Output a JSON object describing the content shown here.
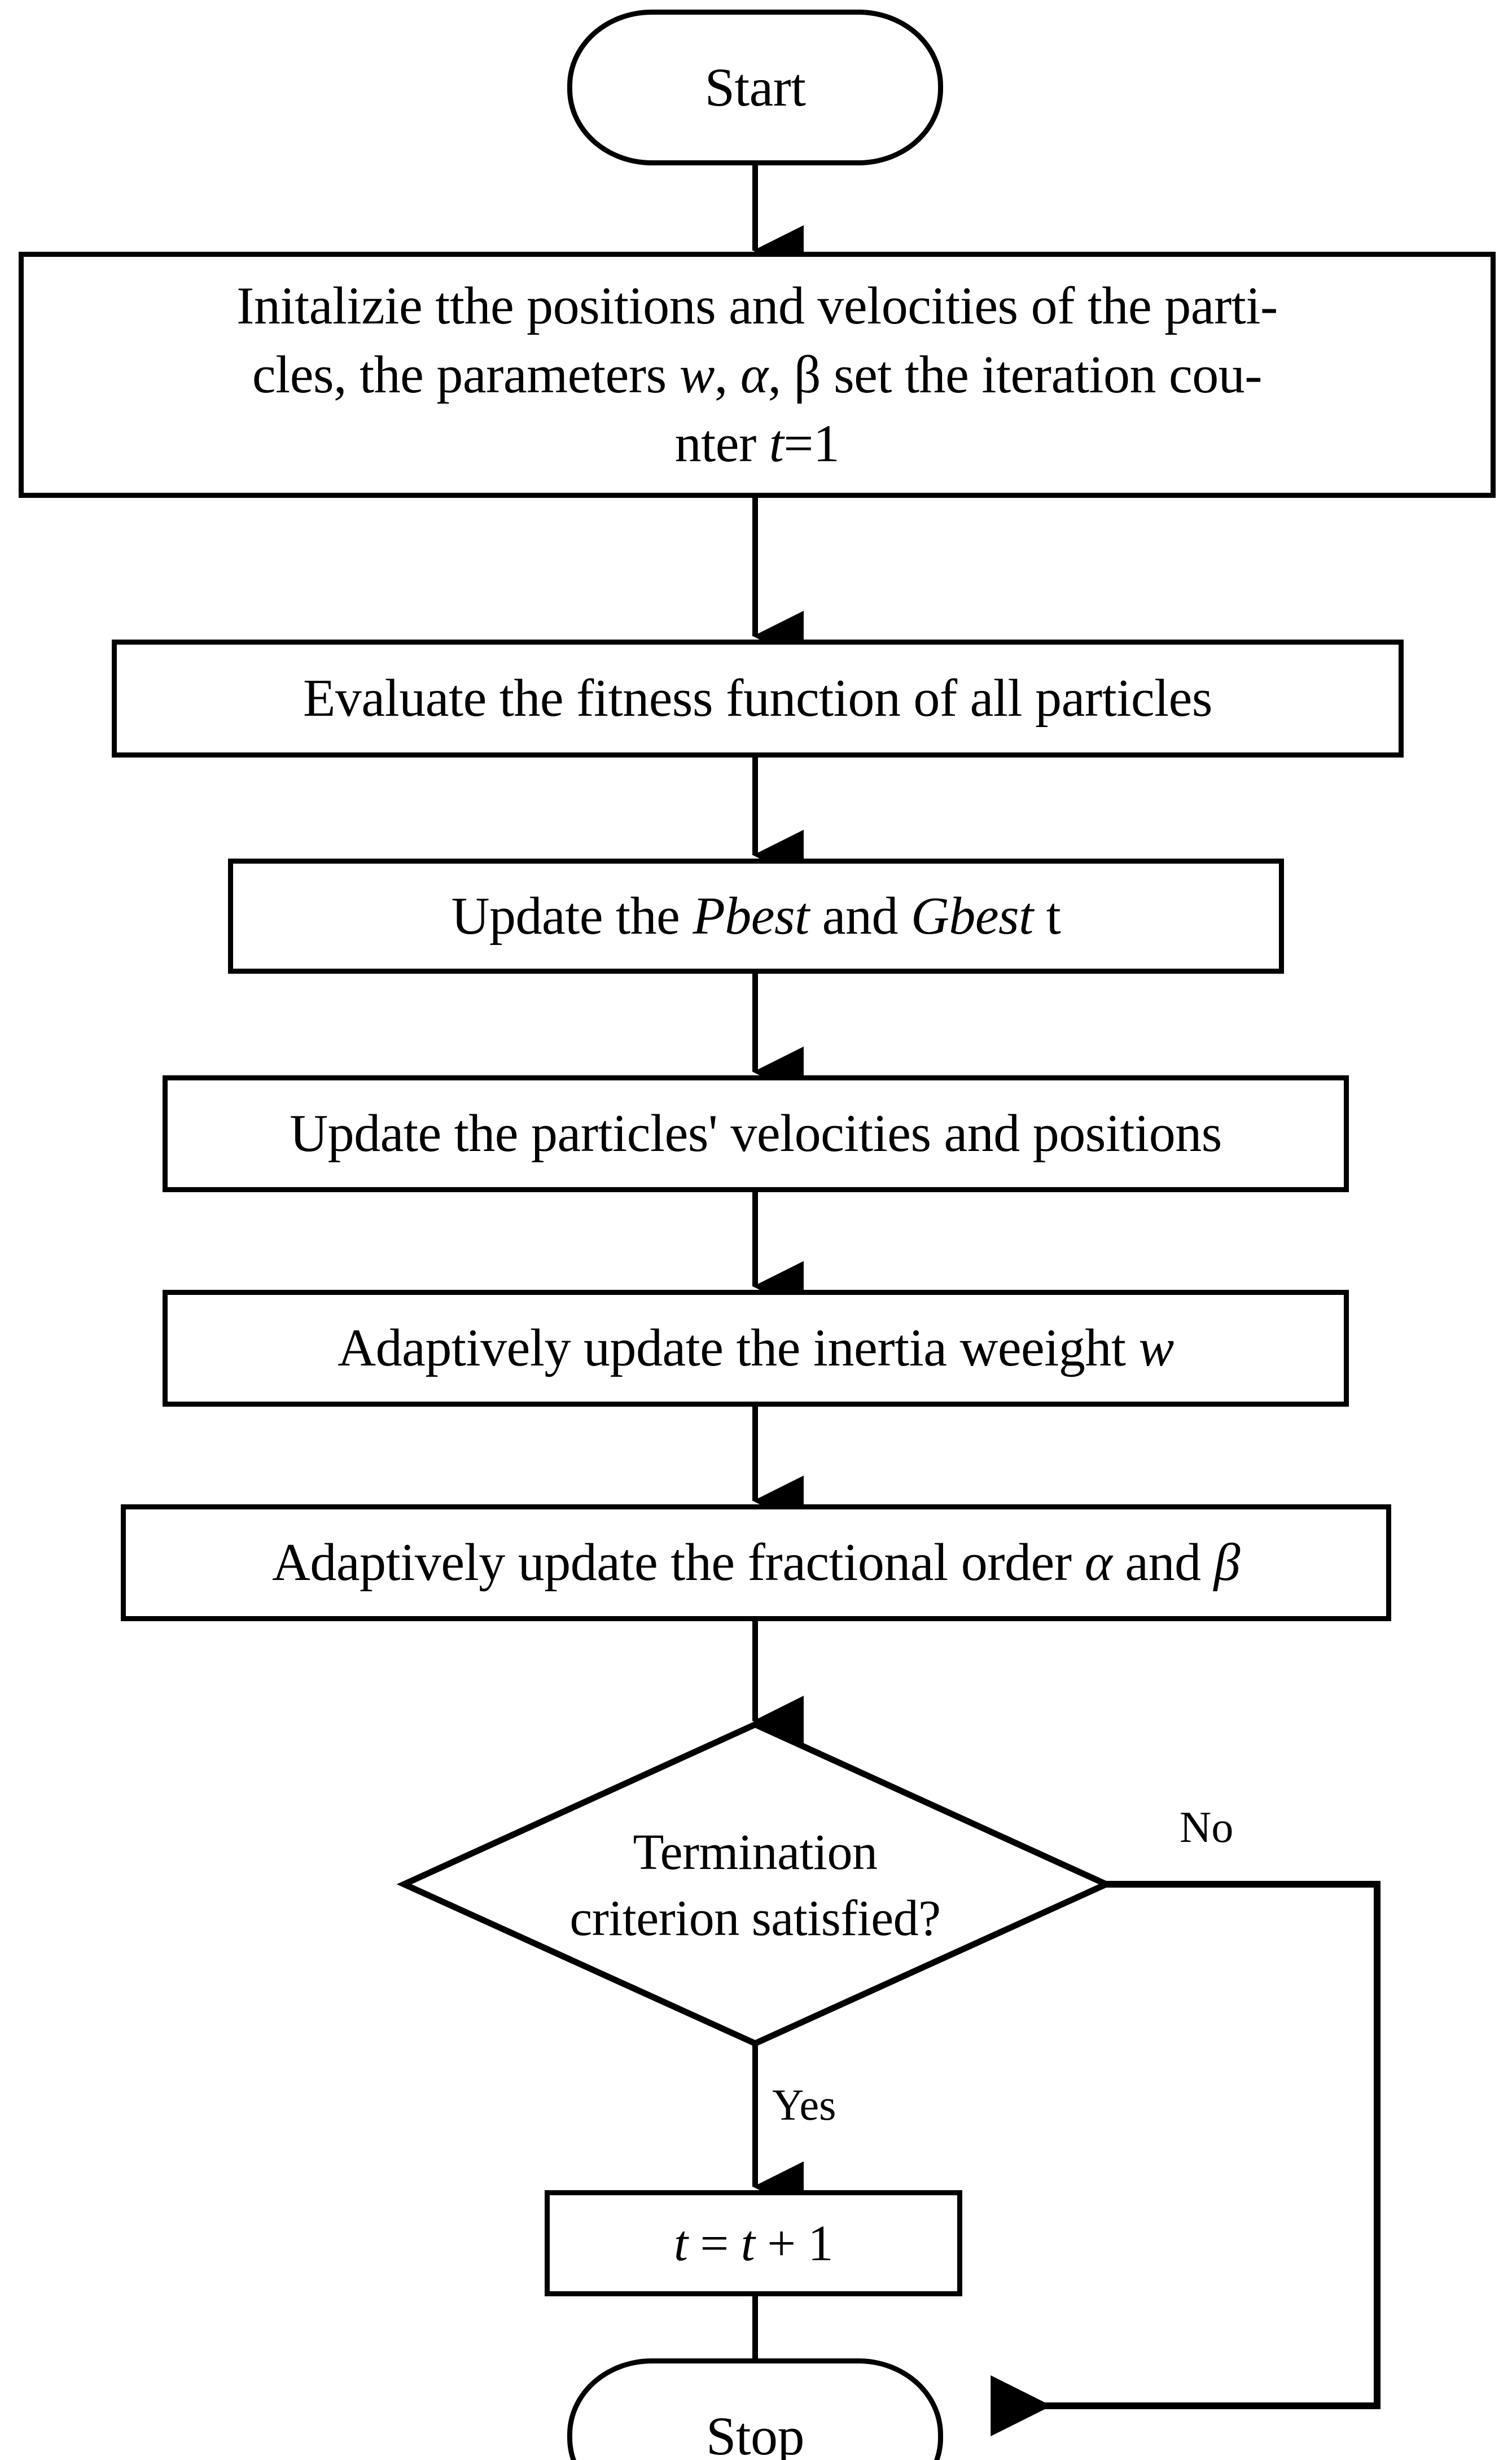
{
  "diagram": {
    "title": "Fractional-order adaptive PSO algorithm flowchart",
    "type": "flowchart",
    "background_color": "#ffffff",
    "line_color": "#000000",
    "text_color": "#000000"
  },
  "nodes": {
    "start": {
      "shape": "terminator",
      "label": "Start"
    },
    "initialize": {
      "shape": "process",
      "line1": "Initalizie tthe positions and velocities of the parti-",
      "line2_a": "cles, the parameters ",
      "line2_w": "w",
      "line2_b": ", ",
      "line2_alpha": "α",
      "line2_c": ", ",
      "line2_beta": "β",
      "line2_d": " set the iteration cou-",
      "line3_a": "nter ",
      "line3_t": "t",
      "line3_b": "=1"
    },
    "evaluate": {
      "shape": "process",
      "label": "Evaluate the fitness function of all particles"
    },
    "update_best": {
      "shape": "process",
      "pre": "Update the ",
      "pbest": "Pbest",
      "mid": " and ",
      "gbest": "Gbest",
      "post": "  t"
    },
    "update_velocity": {
      "shape": "process",
      "label": "Update the particles' velocities and positions"
    },
    "update_inertia": {
      "shape": "process",
      "pre": "Adaptively update the inertia weeight ",
      "w": "w"
    },
    "update_fractional": {
      "shape": "process",
      "pre": "Adaptively update the fractional order ",
      "alpha": "α",
      "mid": " and ",
      "beta": "β"
    },
    "termination": {
      "shape": "decision",
      "line1": "Termination",
      "line2": "criterion satisfied?"
    },
    "increment": {
      "shape": "process",
      "expr_t1": "t",
      "expr_eq": " = ",
      "expr_t2": "t",
      "expr_plus": " + 1"
    },
    "stop": {
      "shape": "terminator",
      "label": "Stop"
    }
  },
  "edges": {
    "no_label": "No",
    "yes_label": "Yes"
  }
}
